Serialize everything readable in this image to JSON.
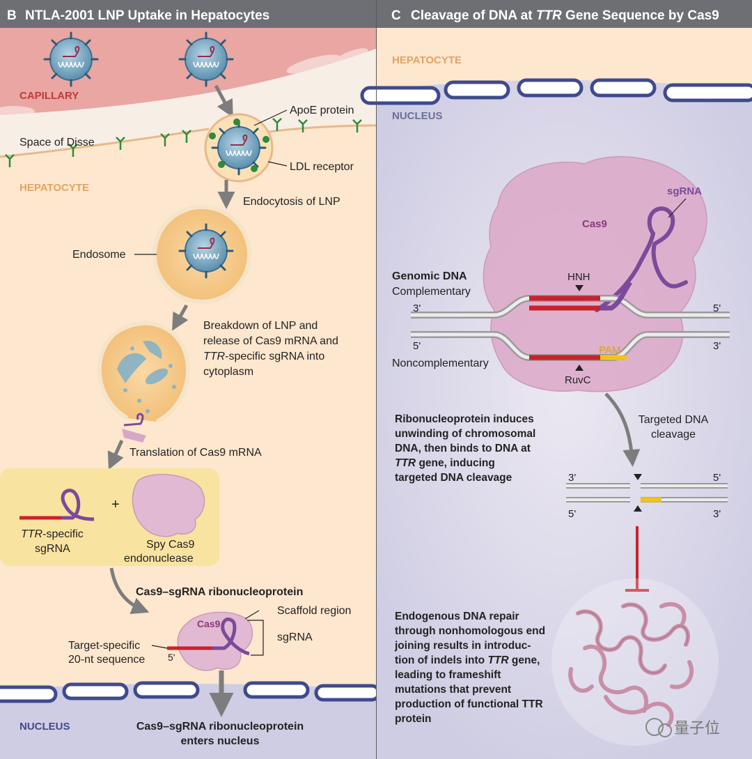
{
  "panel_b": {
    "letter": "B",
    "title": "NTLA-2001 LNP Uptake in Hepatocytes",
    "capillary": "CAPILLARY",
    "space_of_disse": "Space of Disse",
    "hepatocyte": "HEPATOCYTE",
    "apoe": "ApoE protein",
    "ldl": "LDL receptor",
    "endocytosis": "Endocytosis of LNP",
    "endosome": "Endosome",
    "breakdown": [
      "Breakdown of LNP and",
      "release of Cas9 mRNA and",
      "TTR-specific sgRNA into",
      "cytoplasm"
    ],
    "translation": "Translation of Cas9 mRNA",
    "sgrna_label": [
      "TTR-specific",
      "sgRNA"
    ],
    "plus": "+",
    "cas9_label": [
      "Spy Cas9",
      "endonuclease"
    ],
    "rnp": "Cas9–sgRNA ribonucleoprotein",
    "scaffold": "Scaffold region",
    "cas9_small": "Cas9",
    "sgrna_small": "sgRNA",
    "target_specific": [
      "Target-specific",
      "20-nt sequence"
    ],
    "five_prime": "5'",
    "nucleus": "NUCLEUS",
    "enters": [
      "Cas9–sgRNA ribonucleoprotein",
      "enters nucleus"
    ]
  },
  "panel_c": {
    "letter": "C",
    "title_pre": "Cleavage of DNA at ",
    "title_italic": "TTR",
    "title_post": " Gene Sequence by Cas9",
    "hepatocyte": "HEPATOCYTE",
    "nucleus": "NUCLEUS",
    "sgrna": "sgRNA",
    "cas9": "Cas9",
    "genomic": "Genomic DNA",
    "complementary": "Complementary",
    "noncomplementary": "Noncomplementary",
    "hnh": "HNH",
    "ruvc": "RuvC",
    "pam": "PAM",
    "three_prime": "3'",
    "five_prime": "5'",
    "rnp_text": [
      "Ribonucleoprotein induces",
      "unwinding of chromosomal",
      "DNA, then binds to DNA at",
      "TTR gene, inducing",
      "targeted DNA cleavage"
    ],
    "targeted": [
      "Targeted DNA",
      "cleavage"
    ],
    "repair": [
      "Endogenous DNA repair",
      "through nonhomologous end",
      "joining results in introduc-",
      "tion of indels into TTR gene,",
      "leading to frameshift",
      "mutations that prevent",
      "production of functional TTR",
      "protein"
    ]
  },
  "watermark": "量子位",
  "colors": {
    "header": "#6e6f74",
    "panel_bg": "#fde7cf",
    "capillary": "#e9a6a3",
    "nucleus": "#d9d7ea",
    "nucleus_border": "#3f4a8c",
    "cas9": "#dca8c8",
    "sgrna": "#7b4a9a",
    "dna_red": "#c8222a",
    "pam_yellow": "#f0c419",
    "receptor": "#2f8a3a",
    "lnp": "#7fb0c9"
  }
}
